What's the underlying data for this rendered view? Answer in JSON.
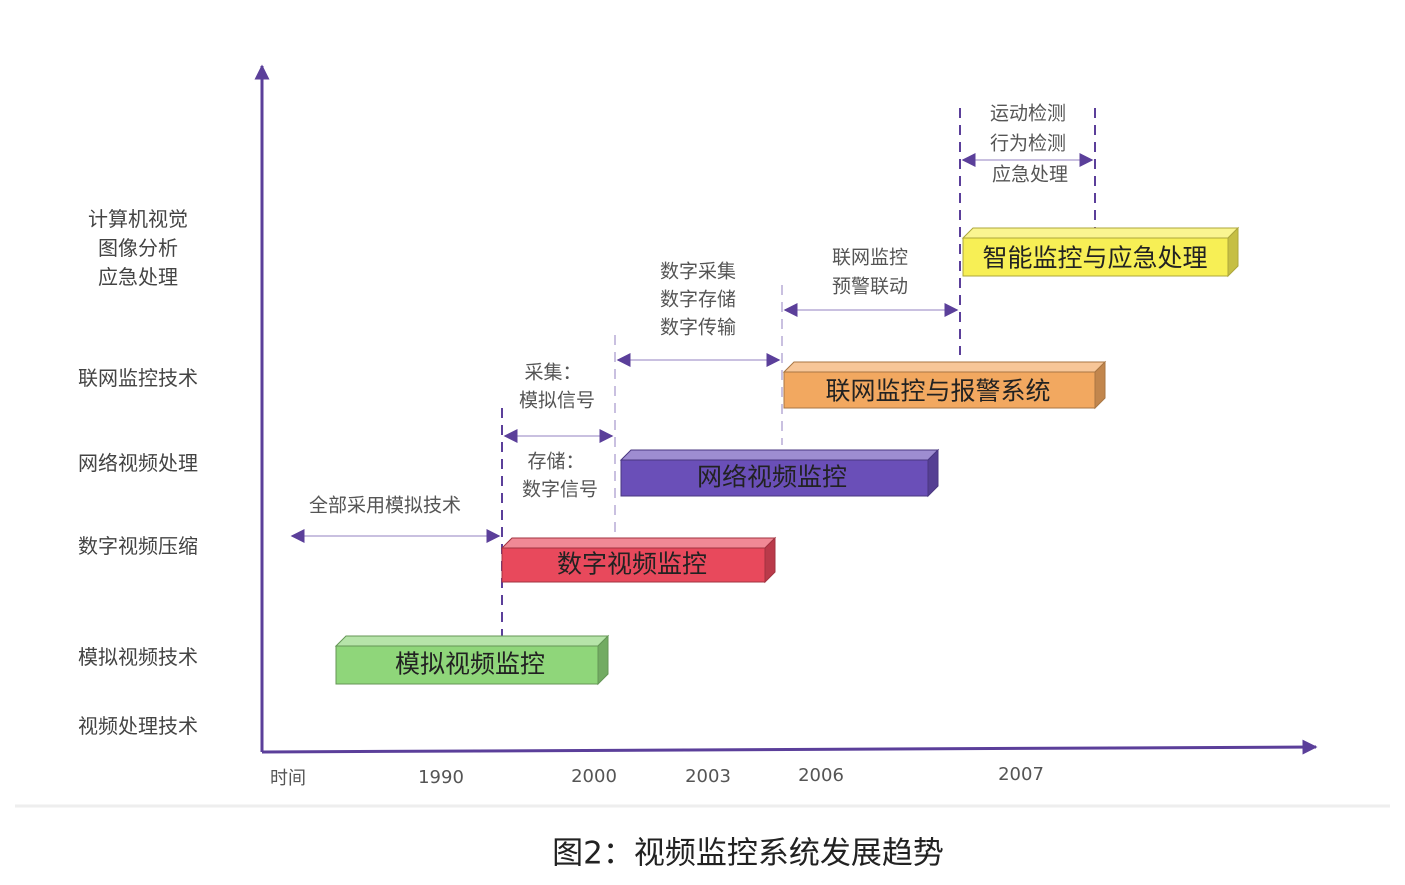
{
  "y_axis_labels": {
    "level6": [
      "计算机视觉",
      "图像分析",
      "应急处理"
    ],
    "level5": "联网监控技术",
    "level4": "网络视频处理",
    "level3": "数字视频压缩",
    "level2": "模拟视频技术",
    "level1": "视频处理技术"
  },
  "x_axis_labels": [
    "时间",
    "1990",
    "2000",
    "2003",
    "2006",
    "2007"
  ],
  "stages": [
    {
      "label": "模拟视频监控",
      "color": "#8fd67a"
    },
    {
      "label": "数字视频监控",
      "color": "#e8495c"
    },
    {
      "label": "网络视频监控",
      "color": "#6a4fb8"
    },
    {
      "label": "联网监控与报警系统",
      "color": "#f2a860"
    },
    {
      "label": "智能监控与应急处理",
      "color": "#f7ef55"
    }
  ],
  "annotations": {
    "analog": "全部采用模拟技术",
    "capture": [
      "采集：",
      "模拟信号"
    ],
    "storage": [
      "存储：",
      "数字信号"
    ],
    "digital": [
      "数字采集",
      "数字存储",
      "数字传输"
    ],
    "network": [
      "联网监控",
      "预警联动"
    ],
    "smart": [
      "运动检测",
      "行为检测",
      "应急处理"
    ]
  },
  "caption": "图2：视频监控系统发展趋势",
  "colors": {
    "axis": "#5b3f9a"
  }
}
